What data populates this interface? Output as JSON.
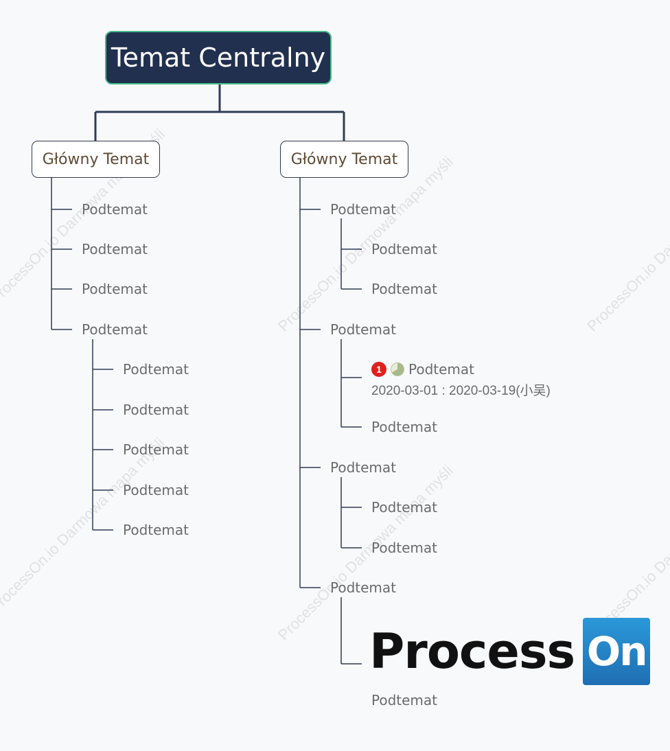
{
  "watermark_text": "ProcessOn.io Darmowa mapa myśli",
  "central_topic": "Temat Centralny",
  "branches": [
    {
      "label": "Główny Temat",
      "children": [
        {
          "label": "Podtemat"
        },
        {
          "label": "Podtemat"
        },
        {
          "label": "Podtemat"
        },
        {
          "label": "Podtemat",
          "children": [
            {
              "label": "Podtemat"
            },
            {
              "label": "Podtemat"
            },
            {
              "label": "Podtemat"
            },
            {
              "label": "Podtemat"
            },
            {
              "label": "Podtemat"
            }
          ]
        }
      ]
    },
    {
      "label": "Główny Temat",
      "children": [
        {
          "label": "Podtemat",
          "children": [
            {
              "label": "Podtemat"
            },
            {
              "label": "Podtemat"
            }
          ]
        },
        {
          "label": "Podtemat",
          "children": [
            {
              "label": "Podtemat",
              "priority": "1",
              "progress_fraction": 0.667,
              "dates": "2020-03-01 : 2020-03-19(小吴)"
            },
            {
              "label": "Podtemat"
            }
          ]
        },
        {
          "label": "Podtemat",
          "children": [
            {
              "label": "Podtemat"
            },
            {
              "label": "Podtemat"
            }
          ]
        },
        {
          "label": "Podtemat",
          "children": [
            {
              "label": "Podtemat",
              "image_logo": "ProcessOn"
            }
          ]
        }
      ]
    }
  ],
  "logo": {
    "word": "Process",
    "box": "On"
  },
  "colors": {
    "central_bg": "#22304f",
    "central_border": "#46b98a",
    "line": "#2e3b55",
    "sub_text": "#6b6b6b",
    "main_text": "#5d4a35"
  }
}
